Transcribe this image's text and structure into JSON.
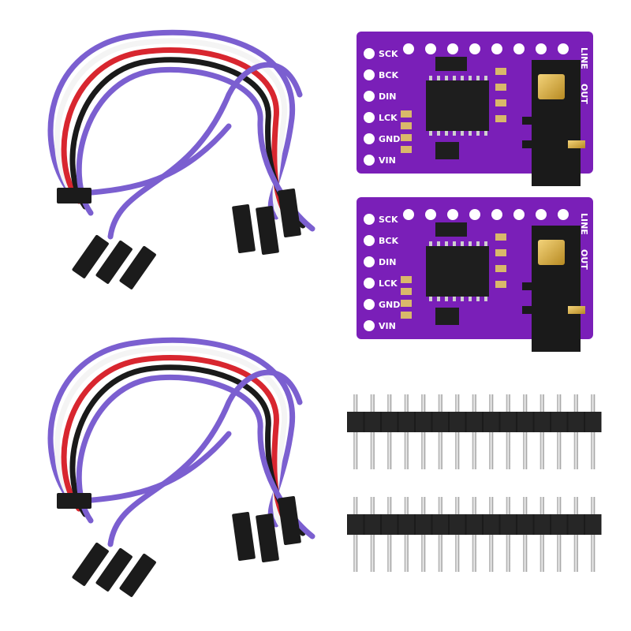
{
  "colors": {
    "pcb": "#7a1fb8",
    "pcb_dark": "#5e1290",
    "wire_purple": "#7b5fd0",
    "wire_white": "#f4f4f4",
    "wire_red": "#d8262f",
    "wire_black": "#1a1a1a",
    "connector": "#1b1b1b",
    "pin_metal": "#c8c8c8",
    "jack_gold": "#d4a63a"
  },
  "boards": [
    {
      "pins": [
        "SCK",
        "BCK",
        "DIN",
        "LCK",
        "GND",
        "VIN"
      ],
      "output_label_1": "LINE",
      "output_label_2": "OUT"
    },
    {
      "pins": [
        "SCK",
        "BCK",
        "DIN",
        "LCK",
        "GND",
        "VIN"
      ],
      "output_label_1": "LINE",
      "output_label_2": "OUT"
    }
  ],
  "header_strip": {
    "pin_count": 15
  }
}
